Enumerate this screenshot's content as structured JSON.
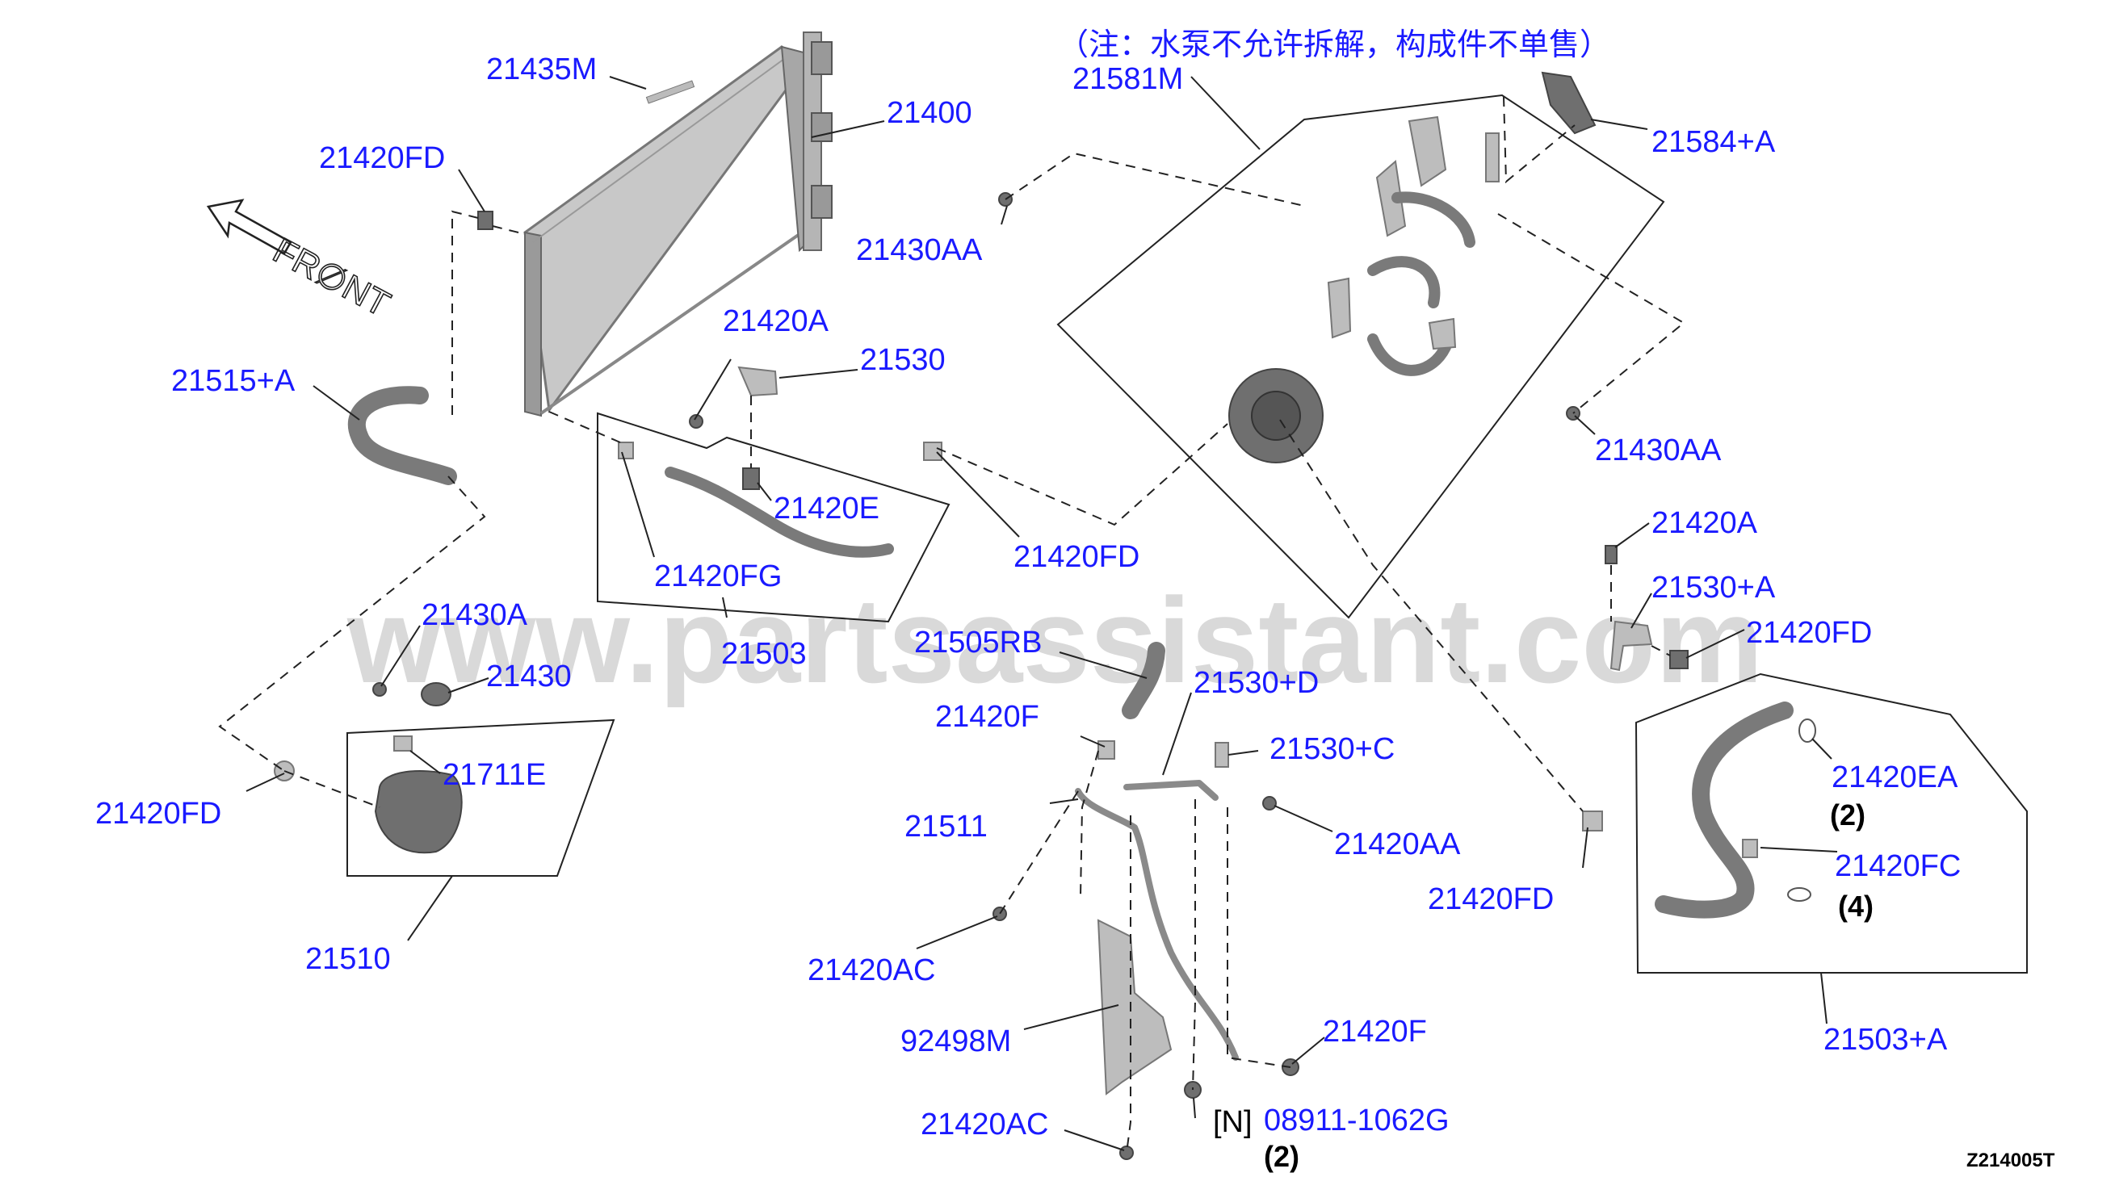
{
  "diagram": {
    "note": "（注：水泵不允许拆解，构成件不单售）",
    "front": "FR∅NT",
    "watermark": "www.partsassistant.com",
    "code": "Z214005T",
    "labels": {
      "p21435M": "21435M",
      "p21400": "21400",
      "p21420FD_top": "21420FD",
      "p21515A": "21515+A",
      "p21420A": "21420A",
      "p21530": "21530",
      "p21420E": "21420E",
      "p21420FG": "21420FG",
      "p21503": "21503",
      "p21420FD_mid": "21420FD",
      "p21430A": "21430A",
      "p21430": "21430",
      "p21711E": "21711E",
      "p21420FD_left": "21420FD",
      "p21510": "21510",
      "p21581M": "21581M",
      "p21584A": "21584+A",
      "p21430AA_1": "21430AA",
      "p21430AA_2": "21430AA",
      "p21420A_r": "21420A",
      "p21530A": "21530+A",
      "p21420FD_r": "21420FD",
      "p21505RB": "21505RB",
      "p21530D": "21530+D",
      "p21420F_1": "21420F",
      "p21530C": "21530+C",
      "p21511": "21511",
      "p21420AA": "21420AA",
      "p21420EA": "21420EA",
      "q2a": "(2)",
      "p21420FC": "21420FC",
      "q4": "(4)",
      "p21420FD_r2": "21420FD",
      "p21420AC_1": "21420AC",
      "p92498M": "92498M",
      "p21420F_2": "21420F",
      "p21503A": "21503+A",
      "p21420AC_2": "21420AC",
      "n_bracket": "[N]",
      "p08911": "08911-1062G",
      "q2b": "(2)"
    }
  }
}
